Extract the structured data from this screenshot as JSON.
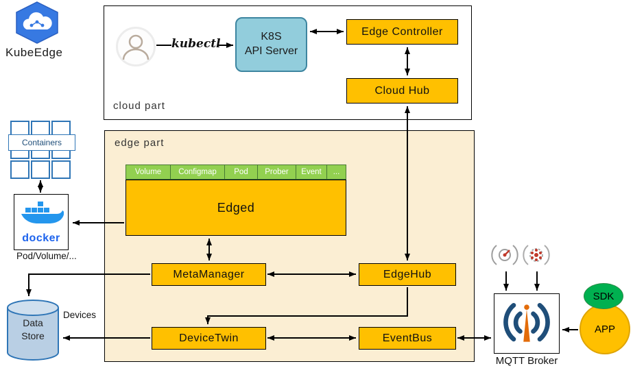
{
  "logo": {
    "title": "KubeEdge"
  },
  "cloud_part": {
    "label": "cloud part",
    "kubectl_label": "kubectl",
    "k8s_api_server": {
      "line1": "K8S",
      "line2": "API Server"
    },
    "edge_controller": "Edge Controller",
    "cloud_hub": "Cloud Hub"
  },
  "edge_part": {
    "label": "edge part",
    "edged": "Edged",
    "edged_tabs": [
      "Volume",
      "Configmap",
      "Pod",
      "Prober",
      "Event",
      "..."
    ],
    "meta_manager": "MetaManager",
    "edge_hub": "EdgeHub",
    "device_twin": "DeviceTwin",
    "event_bus": "EventBus"
  },
  "left_column": {
    "containers_label": "Containers",
    "docker_label": "docker",
    "pod_volume_label": "Pod/Volume/...",
    "data_store": {
      "line1": "Data",
      "line2": "Store"
    },
    "devices_label": "Devices"
  },
  "right_column": {
    "mqtt_broker_label": "MQTT Broker",
    "sdk_label": "SDK",
    "app_label": "APP"
  },
  "colors": {
    "component_orange": "#FFC000",
    "api_server_blue": "#92CDDC",
    "edge_panel_bg": "#FBEED3",
    "tab_green": "#92D050",
    "sdk_green": "#00B050",
    "docker_blue": "#1D63ED",
    "container_blue": "#2E75B6",
    "datastore_fill": "#B9CFE4",
    "mqtt_navy": "#1F4E79",
    "antenna_orange": "#E36C0A"
  }
}
